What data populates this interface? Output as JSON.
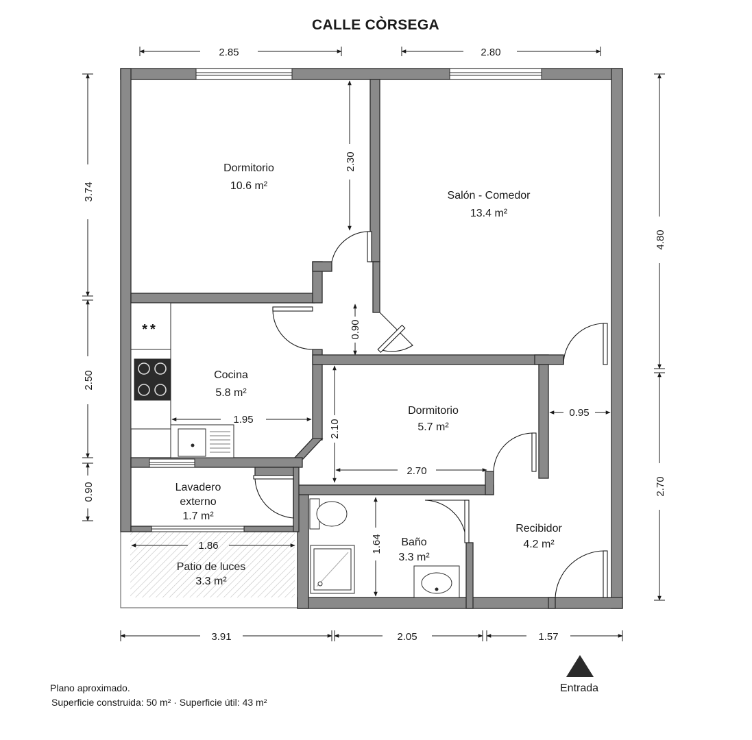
{
  "title": "CALLE CÒRSEGA",
  "rooms": {
    "dormitorio1": {
      "name": "Dormitorio",
      "area": "10.6 m²"
    },
    "salon": {
      "name": "Salón - Comedor",
      "area": "13.4 m²"
    },
    "cocina": {
      "name": "Cocina",
      "area": "5.8 m²"
    },
    "dormitorio2": {
      "name": "Dormitorio",
      "area": "5.7 m²"
    },
    "lavadero": {
      "name1": "Lavadero",
      "name2": "externo",
      "area": "1.7 m²"
    },
    "bano": {
      "name": "Baño",
      "area": "3.3 m²"
    },
    "recibidor": {
      "name": "Recibidor",
      "area": "4.2 m²"
    },
    "patio": {
      "name": "Patio de luces",
      "area": "3.3 m²"
    }
  },
  "dimensions": {
    "top_left": "2.85",
    "top_right": "2.80",
    "left_top": "3.74",
    "left_mid": "2.50",
    "left_bottom": "0.90",
    "right_top": "4.80",
    "right_bottom": "2.70",
    "bottom_left": "3.91",
    "bottom_mid": "2.05",
    "bottom_right": "1.57",
    "dorm1_height": "2.30",
    "hall_width": "0.90",
    "cocina_width": "1.95",
    "dorm2_height": "2.10",
    "dorm2_width": "2.70",
    "corridor_width": "0.95",
    "patio_width": "1.86",
    "bano_height": "1.64"
  },
  "appliances": {
    "hood_label": "**"
  },
  "entrance_label": "Entrada",
  "notes": {
    "line1": "Plano aproximado.",
    "line2": "Superficie construida: 50 m²  ·  Superficie útil: 43 m²"
  },
  "colors": {
    "wall_fill": "#8a8a8a",
    "wall_stroke": "#2a2a2a",
    "hatch": "#b5b5b5",
    "entrance": "#2b2b2b"
  }
}
